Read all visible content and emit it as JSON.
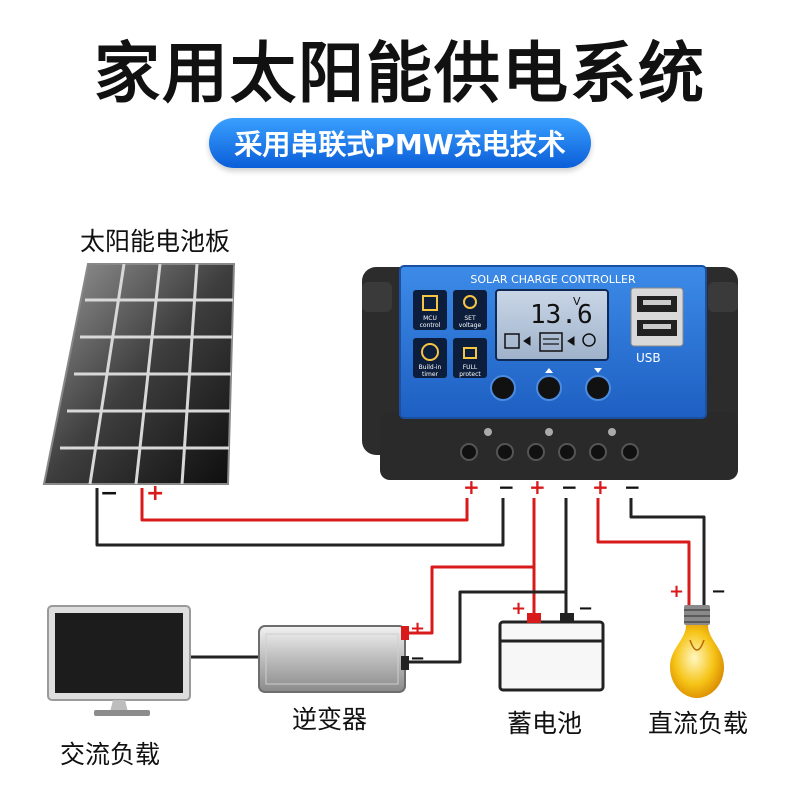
{
  "title": "家用太阳能供电系统",
  "subtitle": "采用串联式PMW充电技术",
  "labels": {
    "solar_panel": "太阳能电池板",
    "inverter": "逆变器",
    "battery": "蓄电池",
    "dc_load": "直流负载",
    "ac_load": "交流负载"
  },
  "controller": {
    "name": "SOLAR CHARGE CONTROLLER",
    "display_value": "13.6",
    "display_unit": "V",
    "usb_label": "USB",
    "buttons": {
      "mcu": "MCU control",
      "set": "SET voltage",
      "timer": "Build-in timer",
      "protect": "FULL protect"
    }
  },
  "polarity": {
    "plus": "+",
    "minus": "−"
  },
  "colors": {
    "positive_wire": "#d81a1a",
    "negative_wire": "#222222",
    "controller_blue": "#2a73d6",
    "pill_blue": "#1b7fec"
  }
}
